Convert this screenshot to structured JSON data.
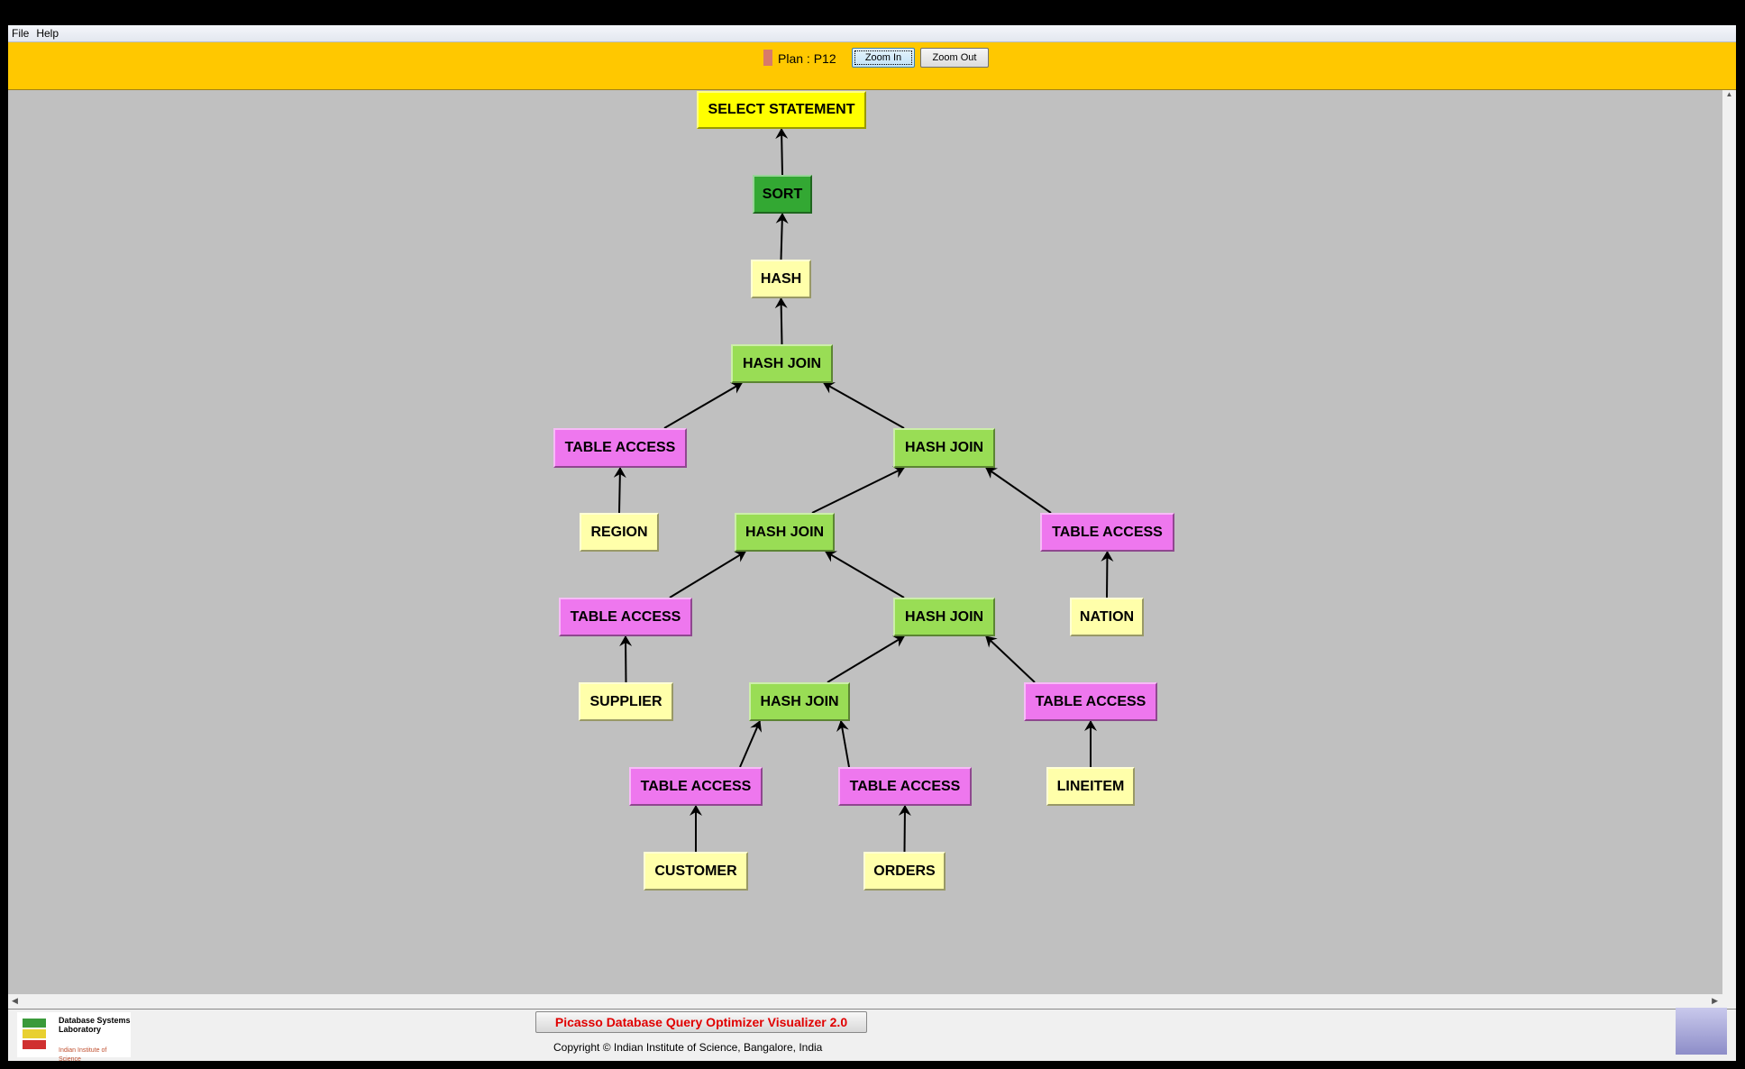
{
  "menu": {
    "items": [
      "File",
      "Help"
    ]
  },
  "toolbar": {
    "plan_label": "Plan : P12",
    "zoom_in": "Zoom In",
    "zoom_out": "Zoom Out",
    "plan_color": "#d87a6a"
  },
  "plan_tree": {
    "nodes": [
      {
        "id": "select",
        "label": "SELECT STATEMENT",
        "type": "root"
      },
      {
        "id": "sort",
        "label": "SORT",
        "type": "sort"
      },
      {
        "id": "hash",
        "label": "HASH",
        "type": "leafop"
      },
      {
        "id": "hj1",
        "label": "HASH JOIN",
        "type": "join"
      },
      {
        "id": "ta_region",
        "label": "TABLE ACCESS",
        "type": "access"
      },
      {
        "id": "hj2",
        "label": "HASH JOIN",
        "type": "join"
      },
      {
        "id": "region",
        "label": "REGION",
        "type": "relation"
      },
      {
        "id": "hj3",
        "label": "HASH JOIN",
        "type": "join"
      },
      {
        "id": "ta_nation",
        "label": "TABLE ACCESS",
        "type": "access"
      },
      {
        "id": "ta_supplier",
        "label": "TABLE ACCESS",
        "type": "access"
      },
      {
        "id": "hj4",
        "label": "HASH JOIN",
        "type": "join"
      },
      {
        "id": "nation",
        "label": "NATION",
        "type": "relation"
      },
      {
        "id": "supplier",
        "label": "SUPPLIER",
        "type": "relation"
      },
      {
        "id": "hj5",
        "label": "HASH JOIN",
        "type": "join"
      },
      {
        "id": "ta_lineitem",
        "label": "TABLE ACCESS",
        "type": "access"
      },
      {
        "id": "ta_customer",
        "label": "TABLE ACCESS",
        "type": "access"
      },
      {
        "id": "ta_orders",
        "label": "TABLE ACCESS",
        "type": "access"
      },
      {
        "id": "lineitem",
        "label": "LINEITEM",
        "type": "relation"
      },
      {
        "id": "customer",
        "label": "CUSTOMER",
        "type": "relation"
      },
      {
        "id": "orders",
        "label": "ORDERS",
        "type": "relation"
      }
    ],
    "edges": [
      [
        "sort",
        "select"
      ],
      [
        "hash",
        "sort"
      ],
      [
        "hj1",
        "hash"
      ],
      [
        "ta_region",
        "hj1"
      ],
      [
        "hj2",
        "hj1"
      ],
      [
        "region",
        "ta_region"
      ],
      [
        "hj3",
        "hj2"
      ],
      [
        "ta_nation",
        "hj2"
      ],
      [
        "ta_supplier",
        "hj3"
      ],
      [
        "hj4",
        "hj3"
      ],
      [
        "nation",
        "ta_nation"
      ],
      [
        "supplier",
        "ta_supplier"
      ],
      [
        "hj5",
        "hj4"
      ],
      [
        "ta_lineitem",
        "hj4"
      ],
      [
        "ta_customer",
        "hj5"
      ],
      [
        "ta_orders",
        "hj5"
      ],
      [
        "lineitem",
        "ta_lineitem"
      ],
      [
        "customer",
        "ta_customer"
      ],
      [
        "orders",
        "ta_orders"
      ]
    ],
    "colors": {
      "root": "#ffff00",
      "sort": "#33a833",
      "join": "#99dd55",
      "access": "#ee77ee",
      "relation": "#ffffaa",
      "leafop": "#ffffaa"
    }
  },
  "footer": {
    "title": "Picasso Database Query Optimizer Visualizer 2.0",
    "copyright": "Copyright © Indian Institute of Science, Bangalore, India",
    "logo_text": "Database Systems Laboratory",
    "logo_subtext": "Indian Institute of Science"
  }
}
